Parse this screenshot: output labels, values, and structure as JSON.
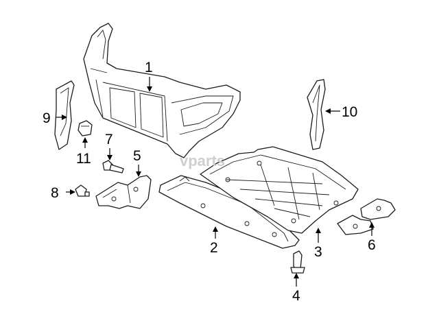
{
  "watermark": "vparts",
  "callouts": [
    {
      "id": "1",
      "label": "1"
    },
    {
      "id": "2",
      "label": "2"
    },
    {
      "id": "3",
      "label": "3"
    },
    {
      "id": "4",
      "label": "4"
    },
    {
      "id": "5",
      "label": "5"
    },
    {
      "id": "6",
      "label": "6"
    },
    {
      "id": "7",
      "label": "7"
    },
    {
      "id": "8",
      "label": "8"
    },
    {
      "id": "9",
      "label": "9"
    },
    {
      "id": "10",
      "label": "10"
    },
    {
      "id": "11",
      "label": "11"
    }
  ]
}
